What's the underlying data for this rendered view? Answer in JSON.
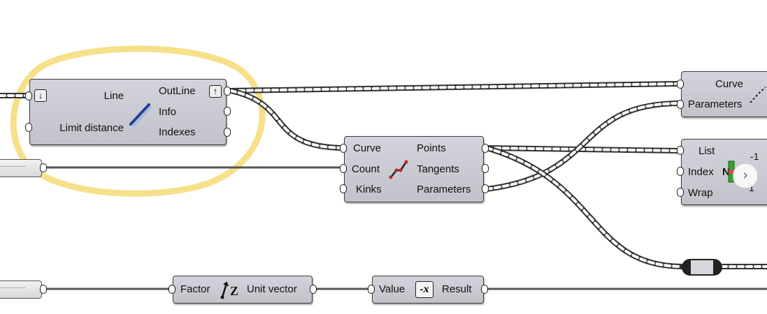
{
  "line_node": {
    "inputs": [
      "Line",
      "Limit distance"
    ],
    "outputs": [
      "OutLine",
      "Info",
      "Indexes"
    ]
  },
  "discontinuity_node": {
    "inputs": [
      "Curve",
      "Count",
      "Kinks"
    ],
    "outputs": [
      "Points",
      "Tangents",
      "Parameters"
    ]
  },
  "evaluate_node": {
    "inputs": [
      "Curve",
      "Parameters"
    ]
  },
  "list_node": {
    "inputs": [
      "List",
      "Index",
      "Wrap"
    ],
    "range_value": "-1",
    "partial_glyph": "N",
    "right_value": "1"
  },
  "vector_node": {
    "input": "Factor",
    "output": "Unit vector",
    "icon_text": "Z"
  },
  "negative_node": {
    "input": "Value",
    "output": "Result",
    "icon_text": "-x"
  },
  "highlight_color": "#f6e08a",
  "wire_color": "#555555",
  "nav_icon": "chevron-right-icon"
}
